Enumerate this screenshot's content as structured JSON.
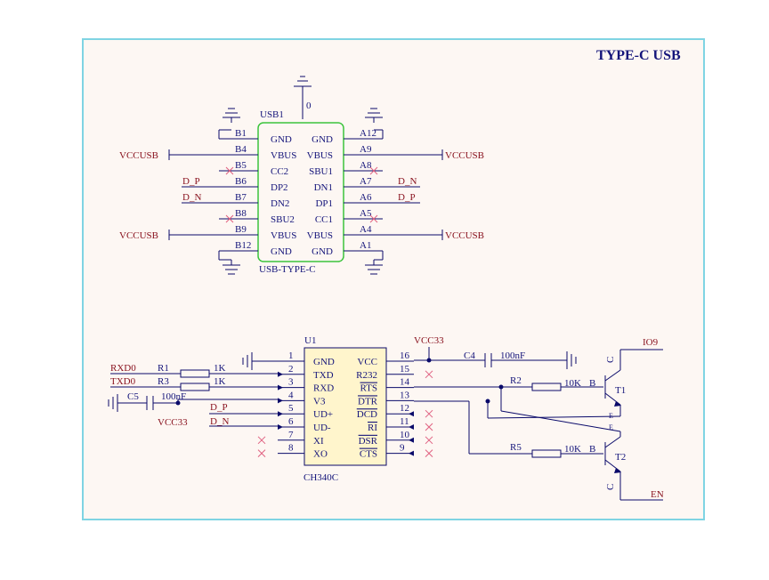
{
  "title": "TYPE-C USB",
  "colors": {
    "frame": "#7fd4e3",
    "paper": "#fdf7f3",
    "wire": "#0a0a6a",
    "net_label": "#8a1420",
    "chip_outline_usb": "#3cc43c",
    "chip_fill_u1": "#fff5cc",
    "no_connect": "#e06080"
  },
  "usb": {
    "ref": "USB1",
    "part": "USB-TYPE-C",
    "zero_mark": "0",
    "left_pins": [
      {
        "num": "B1",
        "name": "GND",
        "net": ""
      },
      {
        "num": "B4",
        "name": "VBUS",
        "net": "VCCUSB"
      },
      {
        "num": "B5",
        "name": "CC2",
        "net": ""
      },
      {
        "num": "B6",
        "name": "DP2",
        "net": "D_P"
      },
      {
        "num": "B7",
        "name": "DN2",
        "net": "D_N"
      },
      {
        "num": "B8",
        "name": "SBU2",
        "net": ""
      },
      {
        "num": "B9",
        "name": "VBUS",
        "net": "VCCUSB"
      },
      {
        "num": "B12",
        "name": "GND",
        "net": ""
      }
    ],
    "right_pins": [
      {
        "num": "A12",
        "name": "GND",
        "net": ""
      },
      {
        "num": "A9",
        "name": "VBUS",
        "net": "VCCUSB"
      },
      {
        "num": "A8",
        "name": "SBU1",
        "net": ""
      },
      {
        "num": "A7",
        "name": "DN1",
        "net": "D_N"
      },
      {
        "num": "A6",
        "name": "DP1",
        "net": "D_P"
      },
      {
        "num": "A5",
        "name": "CC1",
        "net": ""
      },
      {
        "num": "A4",
        "name": "VBUS",
        "net": "VCCUSB"
      },
      {
        "num": "A1",
        "name": "GND",
        "net": ""
      }
    ]
  },
  "u1": {
    "ref": "U1",
    "part": "CH340C",
    "left_pins": [
      {
        "num": "1",
        "name": "GND"
      },
      {
        "num": "2",
        "name": "TXD"
      },
      {
        "num": "3",
        "name": "RXD"
      },
      {
        "num": "4",
        "name": "V3"
      },
      {
        "num": "5",
        "name": "UD+"
      },
      {
        "num": "6",
        "name": "UD-"
      },
      {
        "num": "7",
        "name": "XI"
      },
      {
        "num": "8",
        "name": "XO"
      }
    ],
    "right_pins": [
      {
        "num": "16",
        "name": "VCC"
      },
      {
        "num": "15",
        "name": "R232"
      },
      {
        "num": "14",
        "name": "RTS"
      },
      {
        "num": "13",
        "name": "DTR"
      },
      {
        "num": "12",
        "name": "DCD"
      },
      {
        "num": "11",
        "name": "RI"
      },
      {
        "num": "10",
        "name": "DSR"
      },
      {
        "num": "9",
        "name": "CTS"
      }
    ]
  },
  "nets": {
    "rxd0": "RXD0",
    "txd0": "TXD0",
    "vcc33": "VCC33",
    "vcc33_b": "VCC33",
    "d_p": "D_P",
    "d_n": "D_N",
    "io9": "IO9",
    "en": "EN"
  },
  "parts": {
    "r1": {
      "ref": "R1",
      "value": "1K"
    },
    "r3": {
      "ref": "R3",
      "value": "1K"
    },
    "c5": {
      "ref": "C5",
      "value": "100nF"
    },
    "c4": {
      "ref": "C4",
      "value": "100nF"
    },
    "r2": {
      "ref": "R2",
      "value": "10K"
    },
    "r5": {
      "ref": "R5",
      "value": "10K"
    },
    "t1": {
      "ref": "T1",
      "b": "B",
      "c": "C",
      "e": "E"
    },
    "t2": {
      "ref": "T2",
      "b": "B",
      "c": "C",
      "e": "E"
    }
  }
}
